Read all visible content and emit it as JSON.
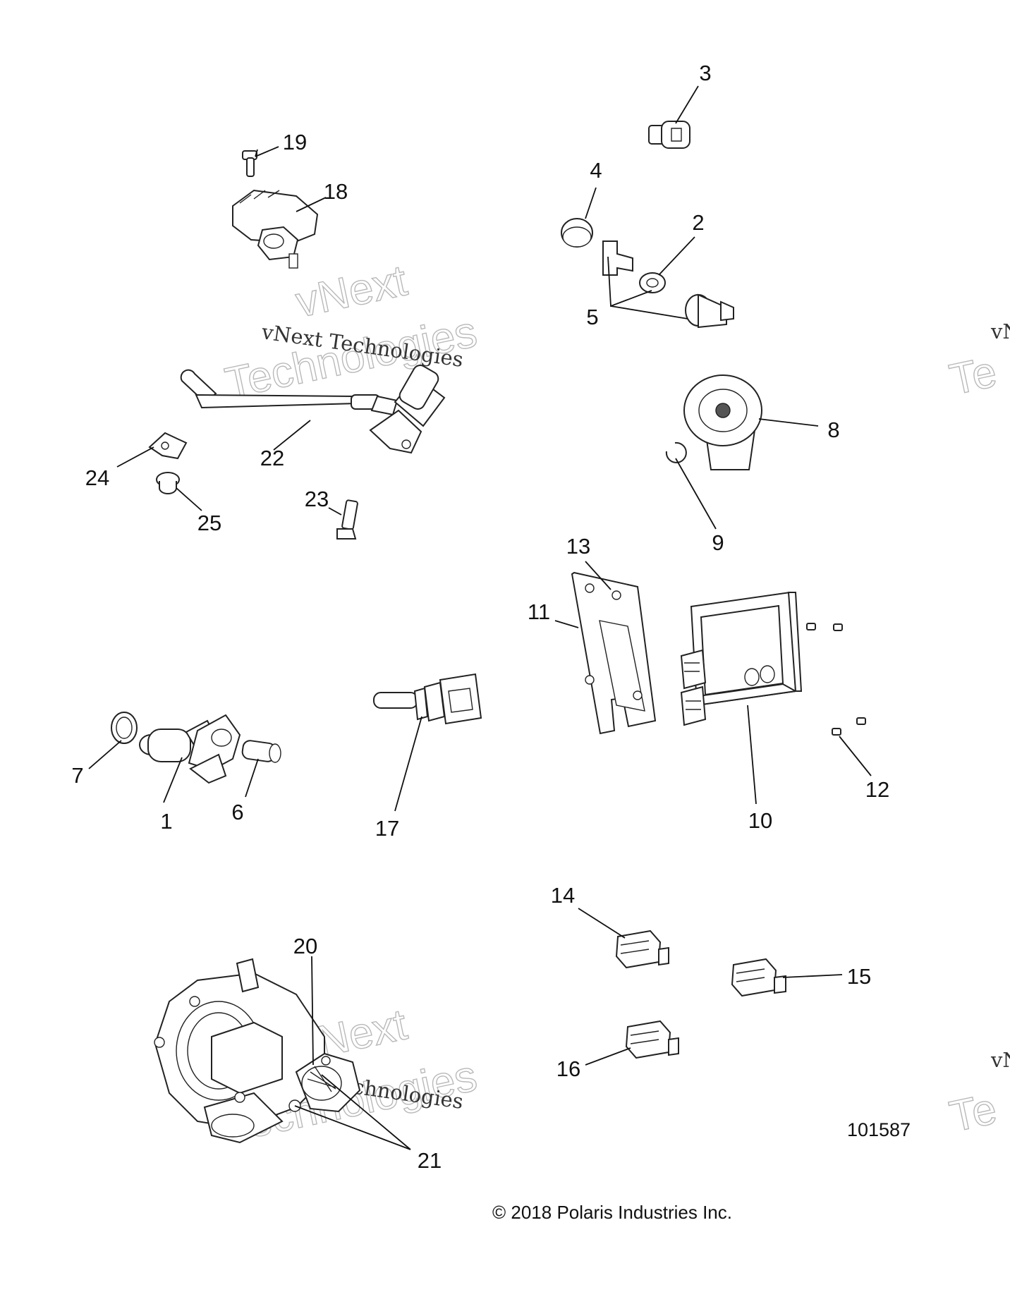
{
  "callouts": [
    "1",
    "2",
    "3",
    "4",
    "5",
    "6",
    "7",
    "8",
    "9",
    "10",
    "11",
    "12",
    "13",
    "14",
    "15",
    "16",
    "17",
    "18",
    "19",
    "20",
    "21",
    "22",
    "23",
    "24",
    "25"
  ],
  "watermark": {
    "line1": "vNext",
    "line2": "Technologies",
    "line_small": "vNext Technologies",
    "edge_small": "vN",
    "edge_big": "Te"
  },
  "diagram_code": "101587",
  "copyright": "© 2018 Polaris Industries Inc."
}
